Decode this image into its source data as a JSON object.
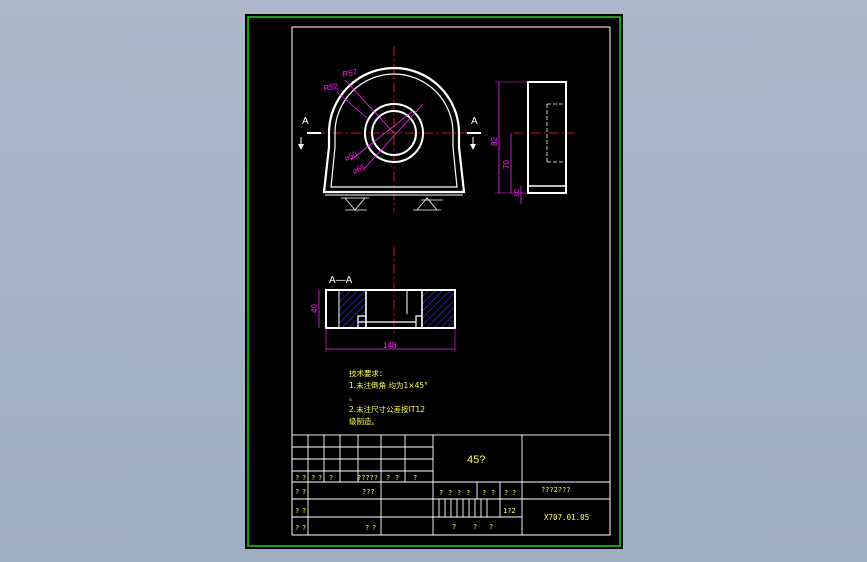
{
  "colors": {
    "background": "#a6b4c7",
    "sheet": "#000000",
    "outer_frame": "#19c819",
    "inner_frame": "#ffffff",
    "centerline": "#ff2020",
    "dimension": "#ff20ff",
    "hatch": "#3a3aff",
    "note_text": "#ffff40",
    "title_text": "#ffff40"
  },
  "front_view": {
    "section_mark_left": "A",
    "section_mark_right": "A",
    "dim_r57": "R57",
    "dim_r52": "R52",
    "dim_d50": "⌀50",
    "dim_d65": "⌀65"
  },
  "side_view": {
    "dim_82": "82",
    "dim_70": "70",
    "dim_10": "10"
  },
  "section_view": {
    "title": "A—A",
    "dim_40": "40",
    "dim_148": "148"
  },
  "notes": {
    "line1": "技术要求：",
    "line2": "1.未注倒角 均为1×45°",
    "line3": "。",
    "line4": "2.未注尺寸公差按IT12",
    "line5": "级制造。"
  },
  "title_block": {
    "material": "45?",
    "part_name": "???2???",
    "drawing_number": "X707.01.05",
    "scale": "1?2",
    "row1": [
      "?",
      "?",
      "?",
      "?",
      "?",
      "?????",
      "?",
      "?",
      "?"
    ],
    "row2": [
      "?",
      "?",
      "???"
    ],
    "row3": [
      "?",
      "?"
    ],
    "row4": [
      "?",
      "?",
      "?",
      "?"
    ],
    "stage_labels": [
      "?",
      "?",
      "?",
      "?"
    ],
    "weight_labels": [
      "?",
      "?"
    ],
    "ratio_labels": [
      "?",
      "?"
    ],
    "sheet_labels": [
      "?",
      "?",
      "?"
    ]
  }
}
